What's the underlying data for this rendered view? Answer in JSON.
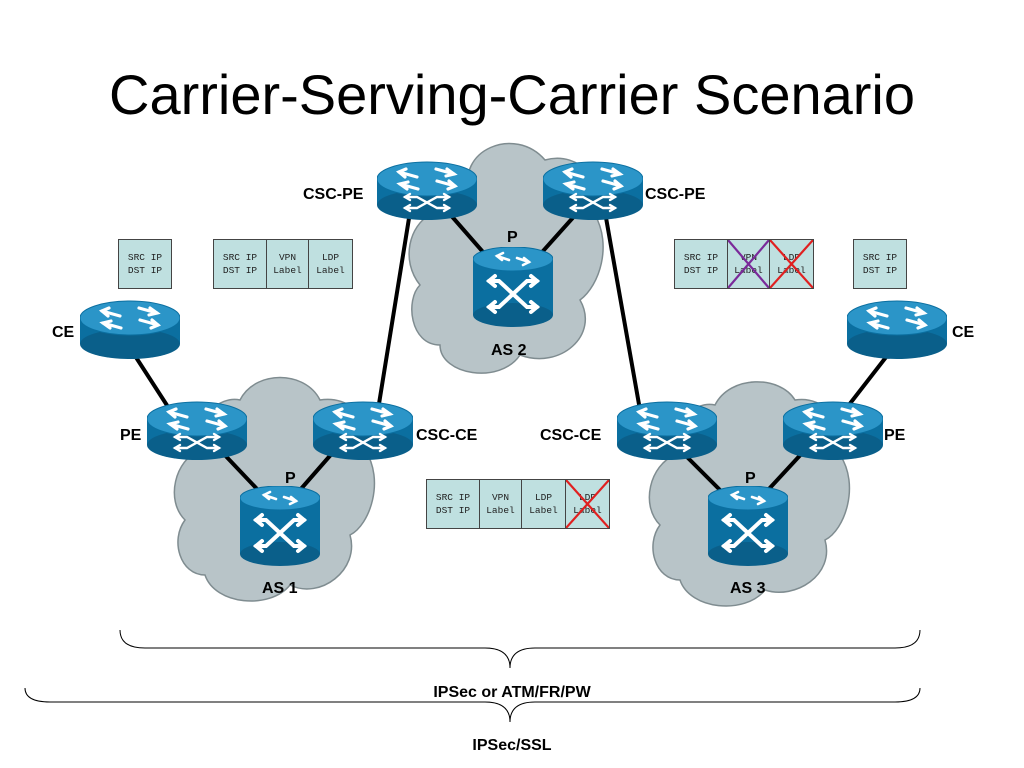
{
  "title": "Carrier-Serving-Carrier Scenario",
  "labels": {
    "csc_pe_left": "CSC-PE",
    "csc_pe_right": "CSC-PE",
    "p_as2": "P",
    "as2": "AS 2",
    "ce_left": "CE",
    "ce_right": "CE",
    "pe_left": "PE",
    "pe_right": "PE",
    "csc_ce_left": "CSC-CE",
    "csc_ce_right": "CSC-CE",
    "p_as1": "P",
    "p_as3": "P",
    "as1": "AS 1",
    "as3": "AS 3"
  },
  "packets": {
    "ce_left": {
      "cells": [
        {
          "l1": "SRC IP",
          "l2": "DST IP"
        }
      ]
    },
    "csc_left": {
      "cells": [
        {
          "l1": "SRC IP",
          "l2": "DST IP"
        },
        {
          "l1": "VPN",
          "l2": "Label"
        },
        {
          "l1": "LDP",
          "l2": "Label"
        }
      ]
    },
    "csc_right": {
      "cells": [
        {
          "l1": "SRC IP",
          "l2": "DST IP"
        },
        {
          "l1": "VPN",
          "l2": "Label",
          "crossed_color": "#7a2a9a"
        },
        {
          "l1": "LDP",
          "l2": "Label",
          "crossed_color": "#e02020"
        }
      ]
    },
    "ce_right": {
      "cells": [
        {
          "l1": "SRC IP",
          "l2": "DST IP"
        }
      ]
    },
    "center": {
      "cells": [
        {
          "l1": "SRC IP",
          "l2": "DST IP"
        },
        {
          "l1": "VPN",
          "l2": "Label"
        },
        {
          "l1": "LDP",
          "l2": "Label"
        },
        {
          "l1": "LDP",
          "l2": "Label",
          "crossed_color": "#e02020"
        }
      ]
    }
  },
  "transport": {
    "inner": "IPSec or ATM/FR/PW",
    "outer": "IPSec/SSL"
  },
  "colors": {
    "cloud_fill": "#b8c4c8",
    "cloud_stroke": "#7f8c90",
    "device_top": "#2b95c8",
    "device_body": "#0b6fa0",
    "packet_fill": "#bfe0e0"
  }
}
